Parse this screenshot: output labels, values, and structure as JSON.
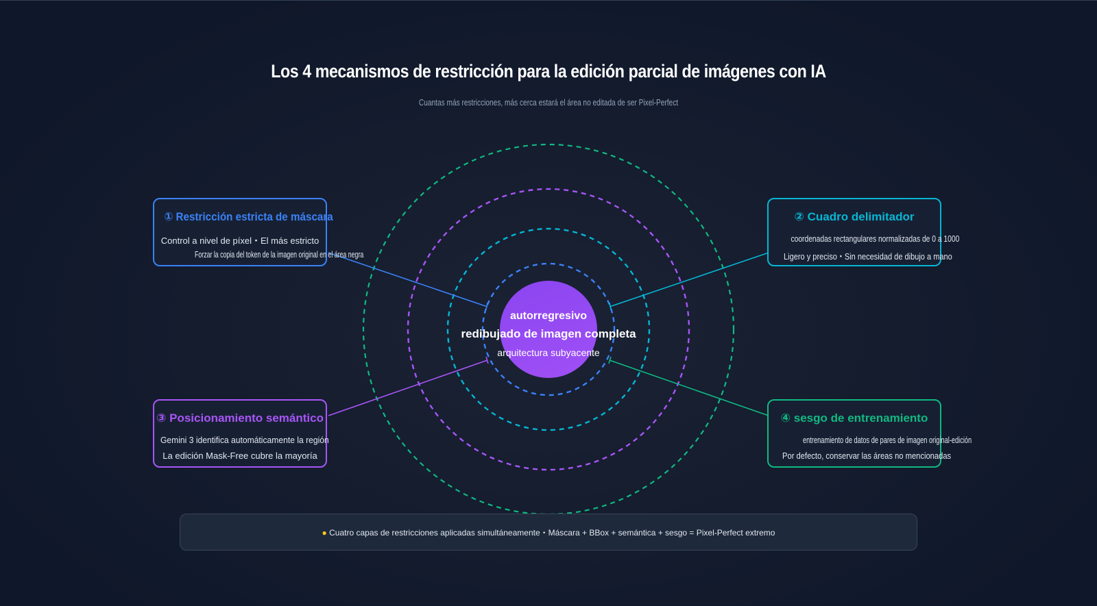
{
  "header": {
    "title": "Los 4 mecanismos de restricción para la edición parcial de imágenes con IA",
    "subtitle": "Cuantas más restricciones, más cerca estará el área no editada de ser Pixel-Perfect"
  },
  "core": {
    "line1": "autorregresivo",
    "line2": "redibujado de imagen completa",
    "line3": "arquitectura subyacente",
    "color": "#9146f2"
  },
  "mechanisms": [
    {
      "title": "① Restricción estricta de máscara",
      "line1": "Control a nivel de píxel・El más estricto",
      "line2": "Forzar la copia del token de la imagen original en el área negra",
      "color": "#3b82f6"
    },
    {
      "title": "② Cuadro delimitador",
      "line1": "coordenadas rectangulares normalizadas de 0 a 1000",
      "line2": "Ligero y preciso・Sin necesidad de dibujo a mano",
      "color": "#06b6d4"
    },
    {
      "title": "③ Posicionamiento semántico",
      "line1": "Gemini 3 identifica automáticamente la región",
      "line2": "La edición Mask-Free cubre la mayoría",
      "color": "#a855f7"
    },
    {
      "title": "④ sesgo de entrenamiento",
      "line1": "entrenamiento de datos de pares de imagen original-edición",
      "line2": "Por defecto, conservar las áreas no mencionadas",
      "color": "#10b981"
    }
  ],
  "footer": {
    "icon": "lightbulb-icon",
    "text": "Cuatro capas de restricciones aplicadas simultáneamente・Máscara + BBox + semántica + sesgo = Pixel-Perfect extremo"
  }
}
